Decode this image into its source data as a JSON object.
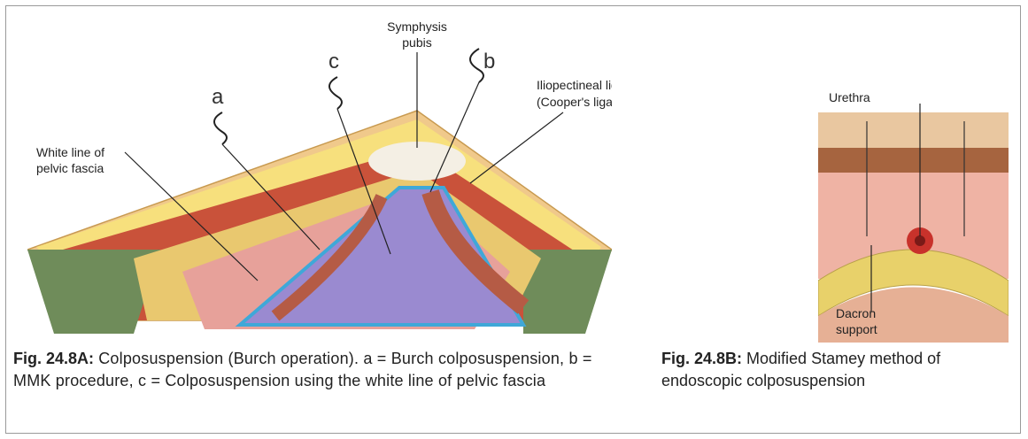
{
  "figureA": {
    "labels": {
      "symphysis": [
        "Symphysis",
        "pubis"
      ],
      "iliopectineal": [
        "Iliopectineal ligament",
        "(Cooper's ligament)"
      ],
      "white_line": [
        "White line of",
        "pelvic fascia"
      ],
      "a": "a",
      "b": "b",
      "c": "c"
    },
    "caption_label": "Fig. 24.8A:",
    "caption_text": " Colposuspension (Burch operation). a = Burch colposuspension, b = MMK procedure, c = Colposuspension using the white line of pelvic fascia"
  },
  "figureB": {
    "labels": {
      "urethra": "Urethra",
      "dacron": [
        "Dacron",
        "support"
      ]
    },
    "caption_label": "Fig. 24.8B:",
    "caption_text": " Modified Stamey method of endoscopic colposuspension"
  }
}
